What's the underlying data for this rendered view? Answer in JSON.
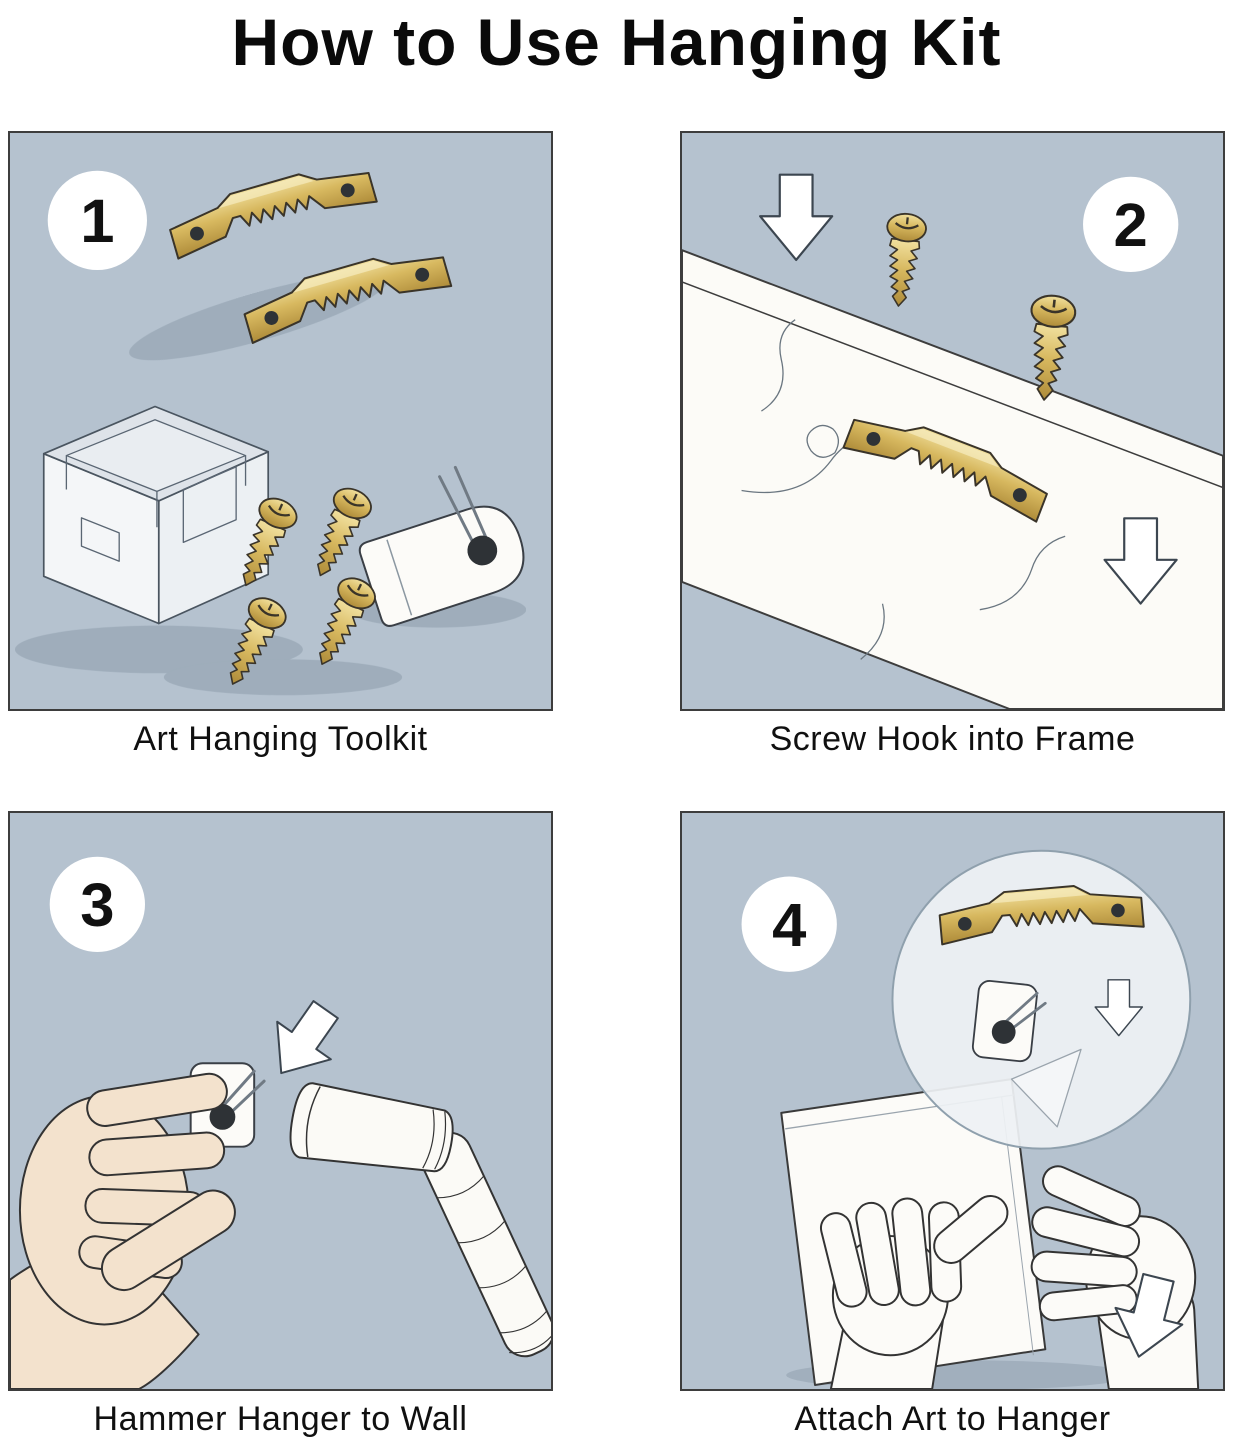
{
  "title": "How to Use Hanging  Kit",
  "panels": [
    {
      "number": "1",
      "caption": "Art Hanging Toolkit"
    },
    {
      "number": "2",
      "caption": "Screw Hook into Frame"
    },
    {
      "number": "3",
      "caption": "Hammer Hanger to Wall"
    },
    {
      "number": "4",
      "caption": "Attach Art to Hanger"
    }
  ],
  "colors": {
    "page_background": "#ffffff",
    "panel_background": "#b5c2cf",
    "brass_gold": "#d7b85f",
    "outline": "#3a3a3a",
    "skin_tone": "#f3e2cd"
  },
  "icons": {
    "sawtooth_hanger": "sawtooth-hanger-icon",
    "screw": "screw-icon",
    "wall_hook": "wall-hook-icon",
    "plastic_tray": "plastic-tray-icon",
    "down_arrow": "down-arrow-icon",
    "hand": "hand-icon",
    "hammer": "hammer-icon",
    "frame_board": "frame-board-icon",
    "canvas": "canvas-icon",
    "magnifier": "magnifier-circle-icon"
  }
}
